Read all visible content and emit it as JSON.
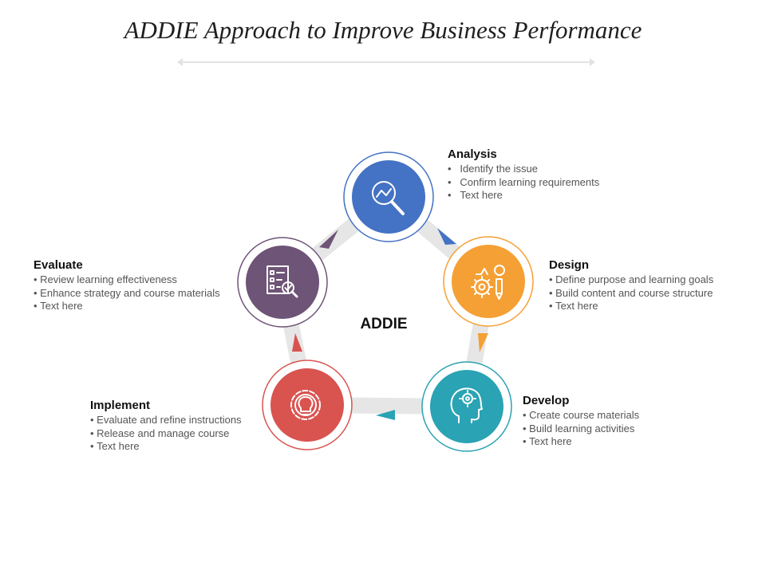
{
  "title": "ADDIE Approach to Improve Business Performance",
  "center_label": "ADDIE",
  "stages": [
    {
      "name": "Analysis",
      "color": "#4472c4",
      "icon": "magnifier-chart-icon",
      "bullets": [
        "Identify the issue",
        "Confirm learning requirements",
        "Text here"
      ]
    },
    {
      "name": "Design",
      "color": "#f5a035",
      "icon": "gears-pencil-bulb-icon",
      "bullets": [
        "Define purpose and learning goals",
        "Build content and course structure",
        "Text here"
      ]
    },
    {
      "name": "Develop",
      "color": "#2aa3b4",
      "icon": "head-gear-icon",
      "bullets": [
        "Create course materials",
        "Build learning activities",
        "Text here"
      ]
    },
    {
      "name": "Implement",
      "color": "#d9534f",
      "icon": "gear-lightbulb-icon",
      "bullets": [
        "Evaluate and refine instructions",
        "Release and manage course",
        "Text here"
      ]
    },
    {
      "name": "Evaluate",
      "color": "#6e5477",
      "icon": "checklist-magnifier-icon",
      "bullets": [
        "Review learning effectiveness",
        "Enhance strategy and course materials",
        "Text here"
      ]
    }
  ]
}
